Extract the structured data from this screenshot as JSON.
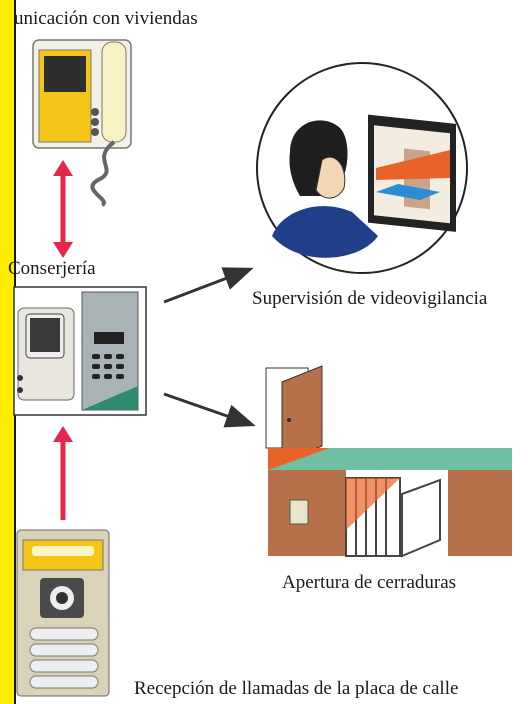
{
  "labels": {
    "viviendas": "unicación con viviendas",
    "conserjeria": "Conserjería",
    "supervision": "Supervisión de videovigilancia",
    "apertura": "Apertura de cerraduras",
    "recepcion": "Recepción de llamadas de la placa de calle"
  },
  "colors": {
    "yellow_margin": "#ffee00",
    "red_arrow": "#e8254a",
    "dark_arrow": "#333333",
    "brick": "#b8704a",
    "teal": "#2e8b70",
    "orange": "#e8632a",
    "gray_panel": "#9aa3a6"
  },
  "icons": [
    "intercom-handset-icon",
    "concierge-console-icon",
    "operator-monitor-icon",
    "door-icon",
    "gate-icon",
    "street-panel-icon"
  ]
}
